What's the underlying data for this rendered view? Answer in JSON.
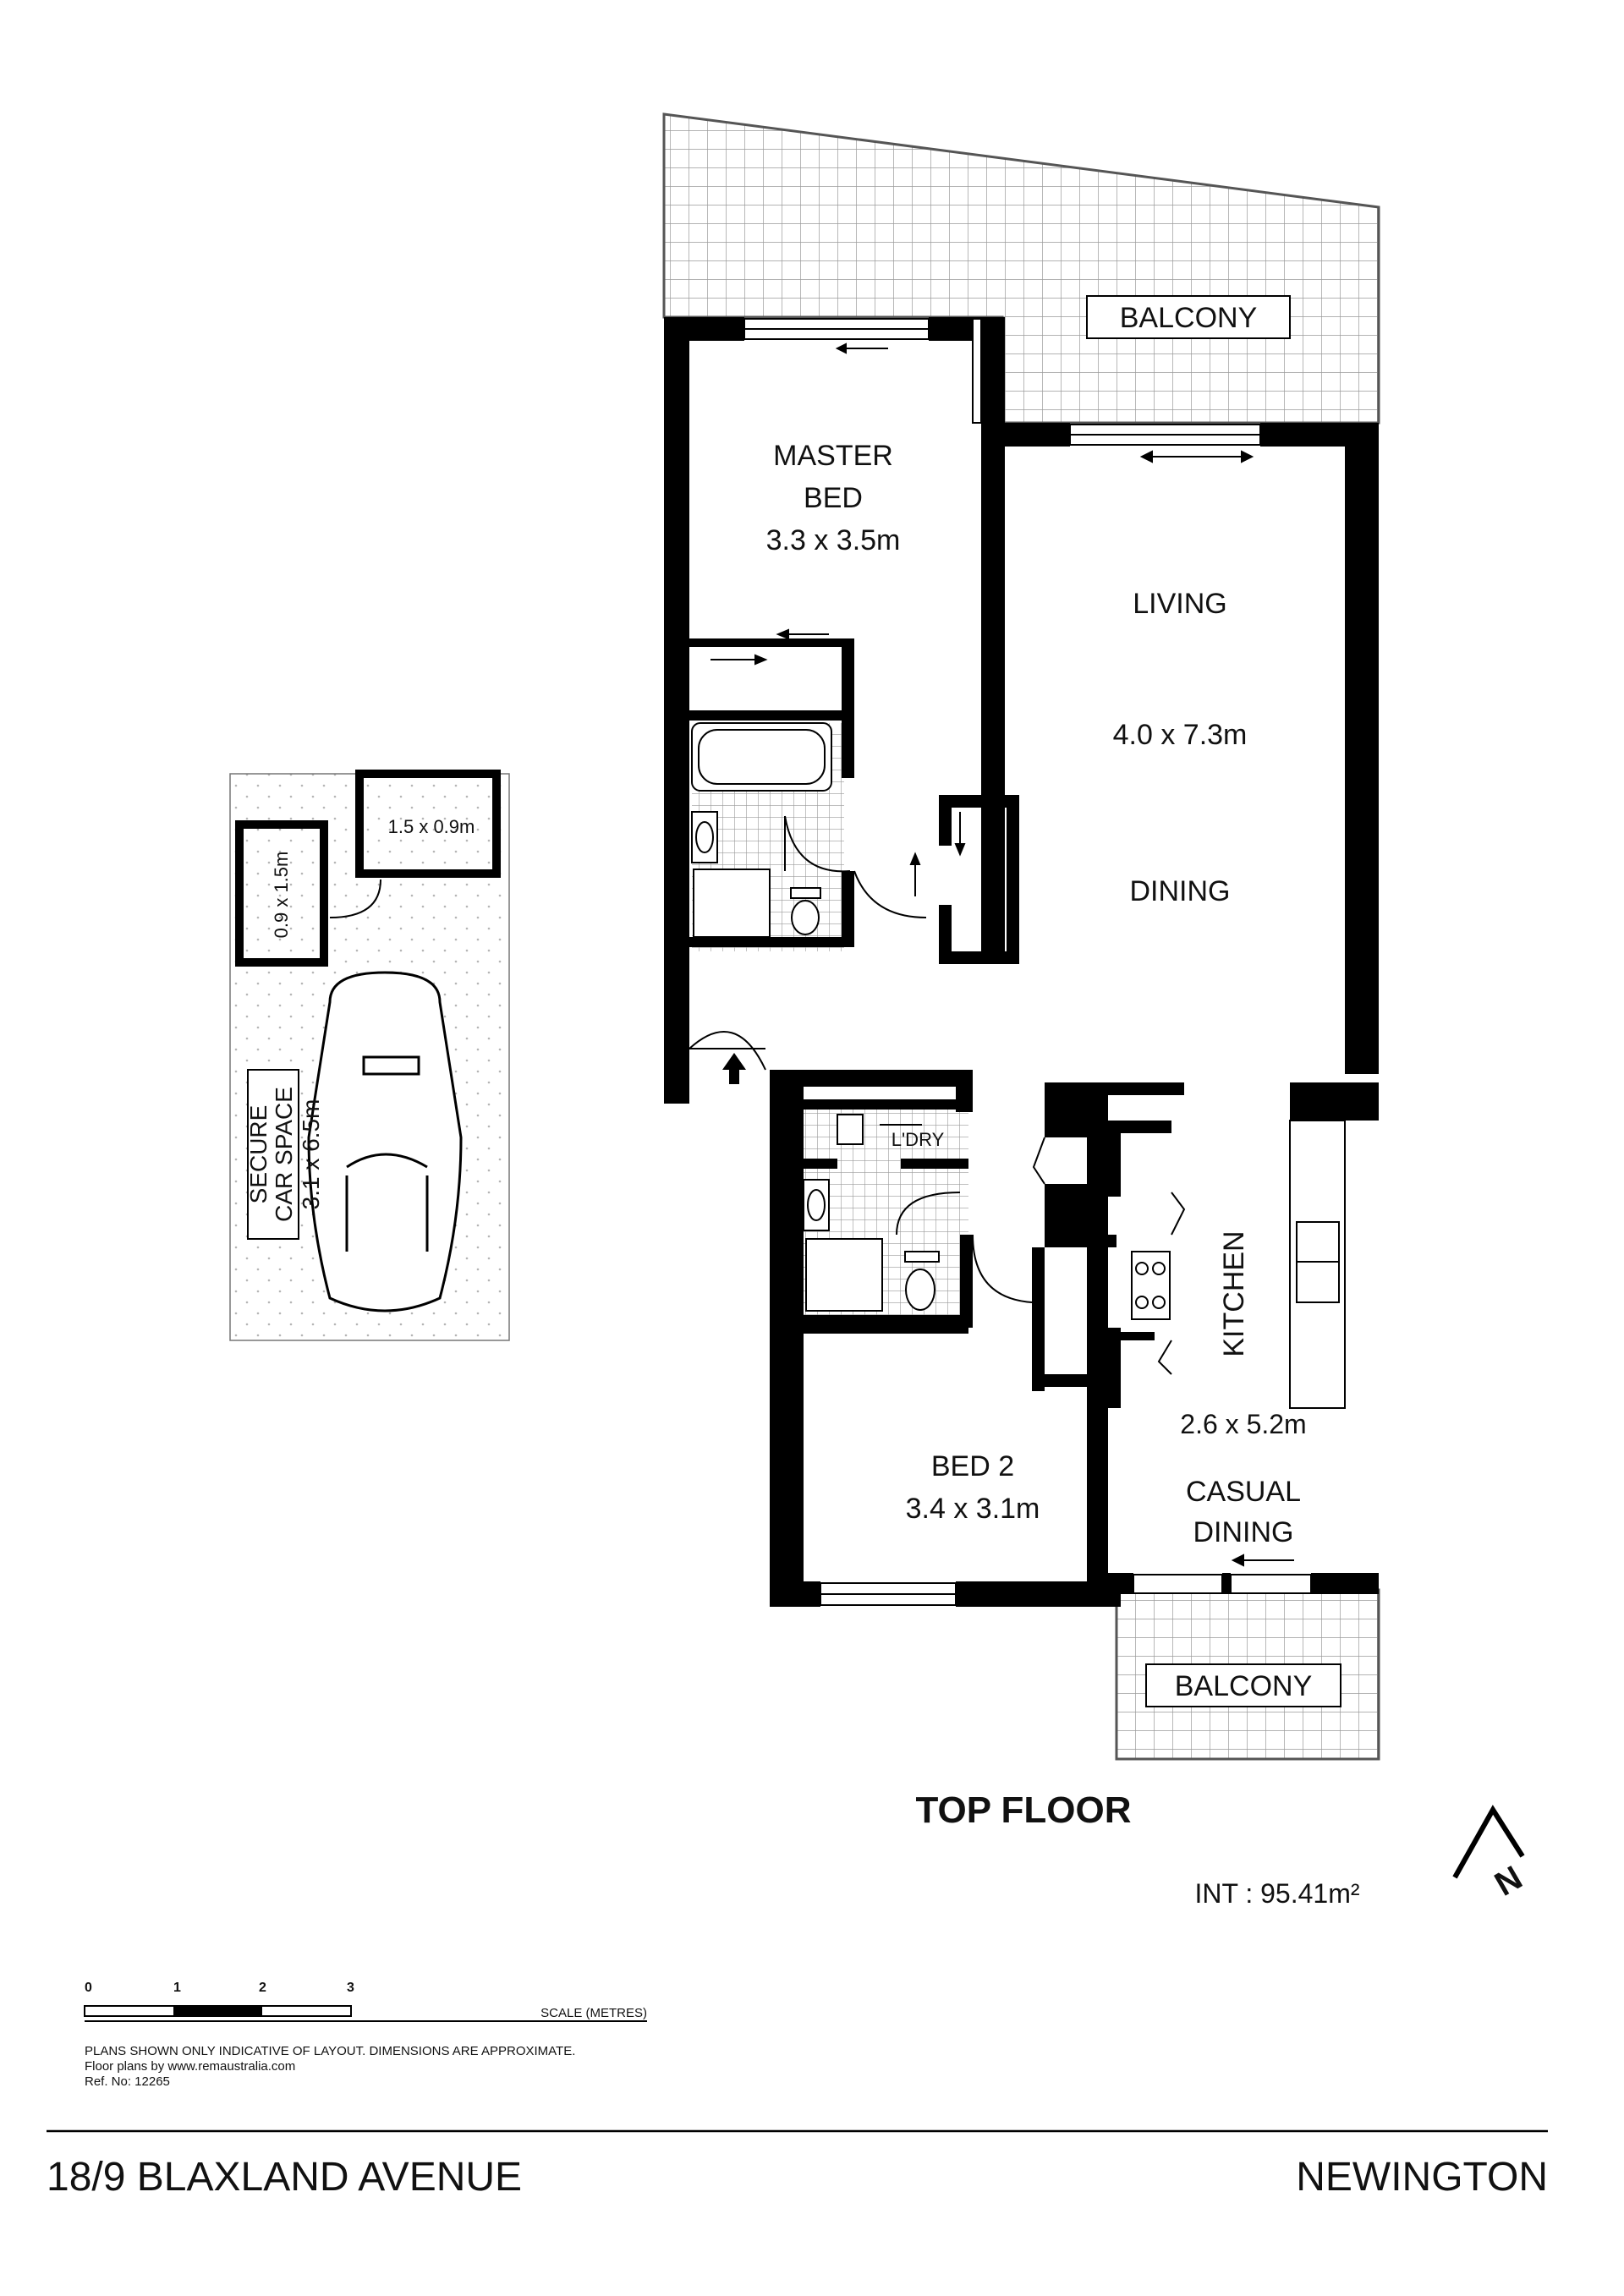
{
  "plan": {
    "rooms": {
      "master_bed": "MASTER",
      "master_bed_2": "BED",
      "master_bed_dim": "3.3 x 3.5m",
      "living": "LIVING",
      "living_dim": "4.0 x 7.3m",
      "dining": "DINING",
      "balcony_top": "BALCONY",
      "balcony_bottom": "BALCONY",
      "laundry": "L'DRY",
      "kitchen": "KITCHEN",
      "kitchen_dim": "2.6 x 5.2m",
      "casual_dining": "CASUAL",
      "casual_dining_2": "DINING",
      "bed2": "BED 2",
      "bed2_dim": "3.4 x 3.1m"
    },
    "garage": {
      "store_a": "1.5 x 0.9m",
      "store_b": "0.9 x 1.5m",
      "car_1": "SECURE",
      "car_2": "CAR SPACE",
      "car_3": "3.1 x 6.5m"
    },
    "floor_name": "TOP FLOOR",
    "area": "INT : 95.41m²",
    "north": "N"
  },
  "scale": {
    "ticks": [
      "0",
      "1",
      "2",
      "3"
    ],
    "caption": "SCALE (METRES)"
  },
  "disclaimer": {
    "line1": "PLANS SHOWN ONLY INDICATIVE OF LAYOUT.  DIMENSIONS ARE APPROXIMATE.",
    "line2": "Floor plans by www.remaustralia.com",
    "line3": "Ref. No: 12265"
  },
  "footer": {
    "address": "18/9 BLAXLAND AVENUE",
    "suburb": "NEWINGTON"
  }
}
